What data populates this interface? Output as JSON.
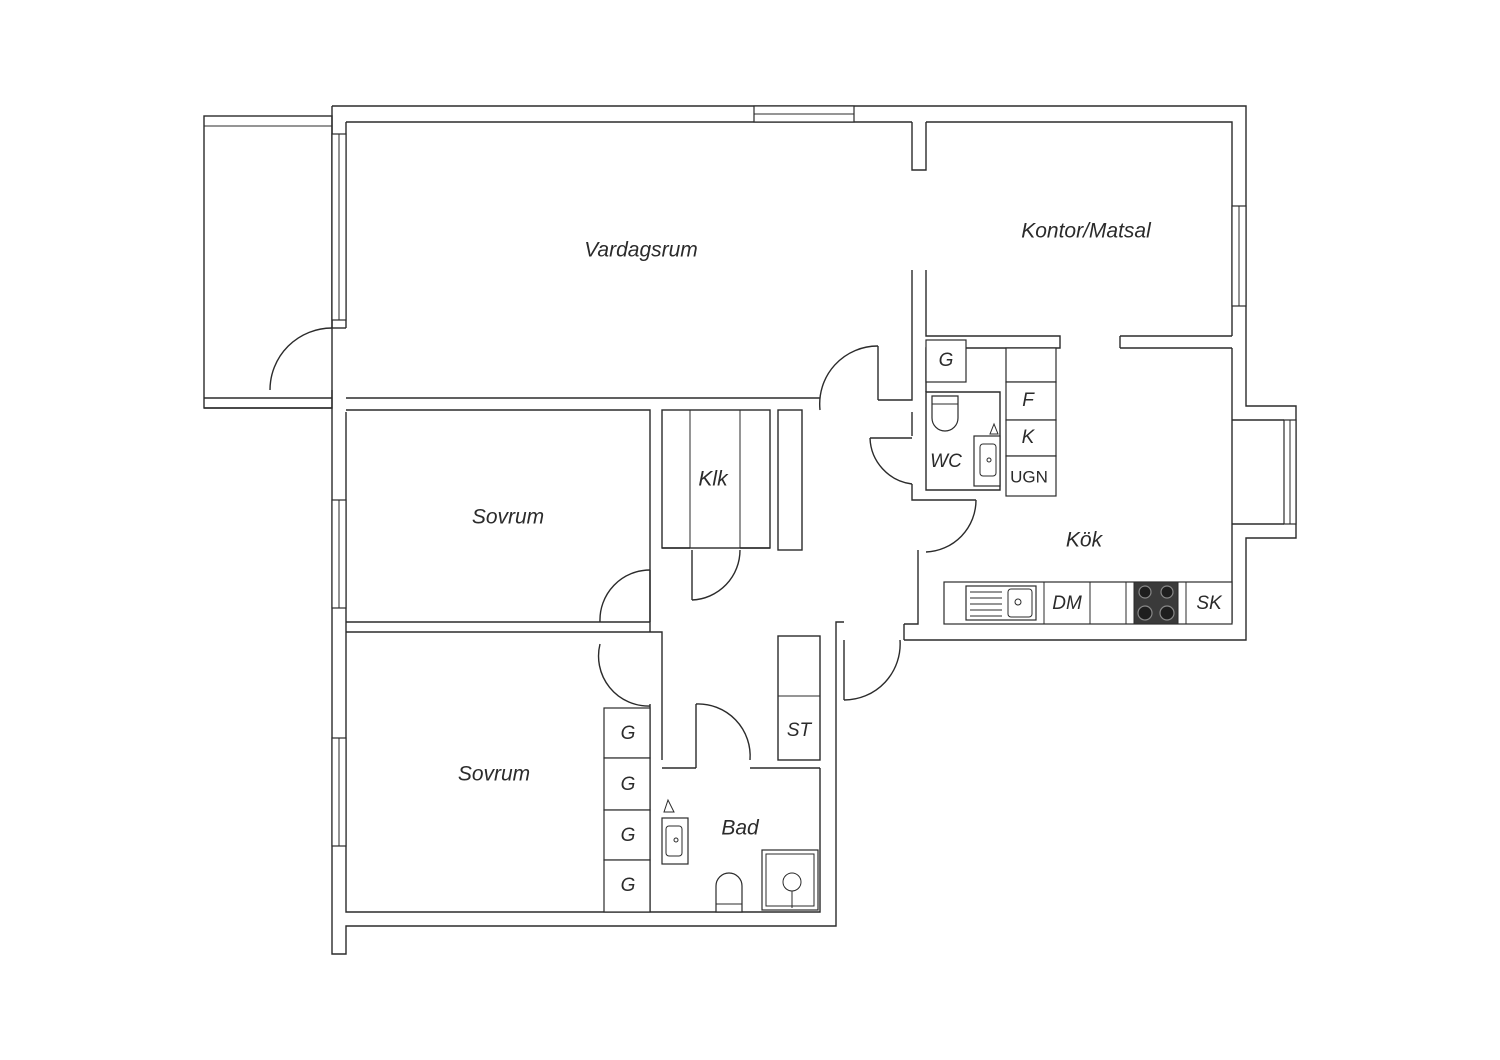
{
  "rooms": {
    "vardagsrum": "Vardagsrum",
    "kontor": "Kontor/Matsal",
    "sovrum1": "Sovrum",
    "sovrum2": "Sovrum",
    "klk": "Klk",
    "wc": "WC",
    "kok": "Kök",
    "bad": "Bad"
  },
  "fixtures": {
    "g_wc": "G",
    "f": "F",
    "k": "K",
    "ugn": "UGN",
    "dm": "DM",
    "sk": "SK",
    "st": "ST",
    "g1": "G",
    "g2": "G",
    "g3": "G",
    "g4": "G"
  },
  "colors": {
    "line": "#2b2b2b",
    "background": "#ffffff"
  }
}
